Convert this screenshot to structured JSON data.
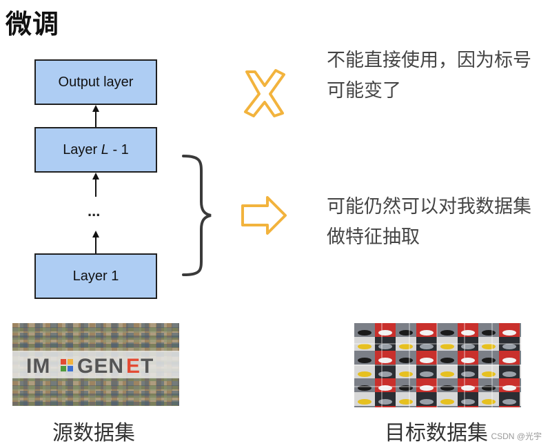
{
  "title": "微调",
  "network": {
    "output_layer": "Output layer",
    "layer_l1_prefix": "Layer ",
    "layer_l1_var": "L",
    "layer_l1_suffix": " - 1",
    "ellipsis": "...",
    "layer_1": "Layer 1"
  },
  "notes": {
    "cannot_reuse": "不能直接使用，因为标号可能变了",
    "can_reuse": "可能仍然可以对我数据集做特征抽取"
  },
  "datasets": {
    "source_logo": "IMAGENET",
    "source_caption": "源数据集",
    "target_caption": "目标数据集"
  },
  "watermark": "CSDN @光宇",
  "colors": {
    "layer_fill": "#aecdf3",
    "accent_orange": "#f2b33d",
    "brace": "#3a3a3a"
  }
}
